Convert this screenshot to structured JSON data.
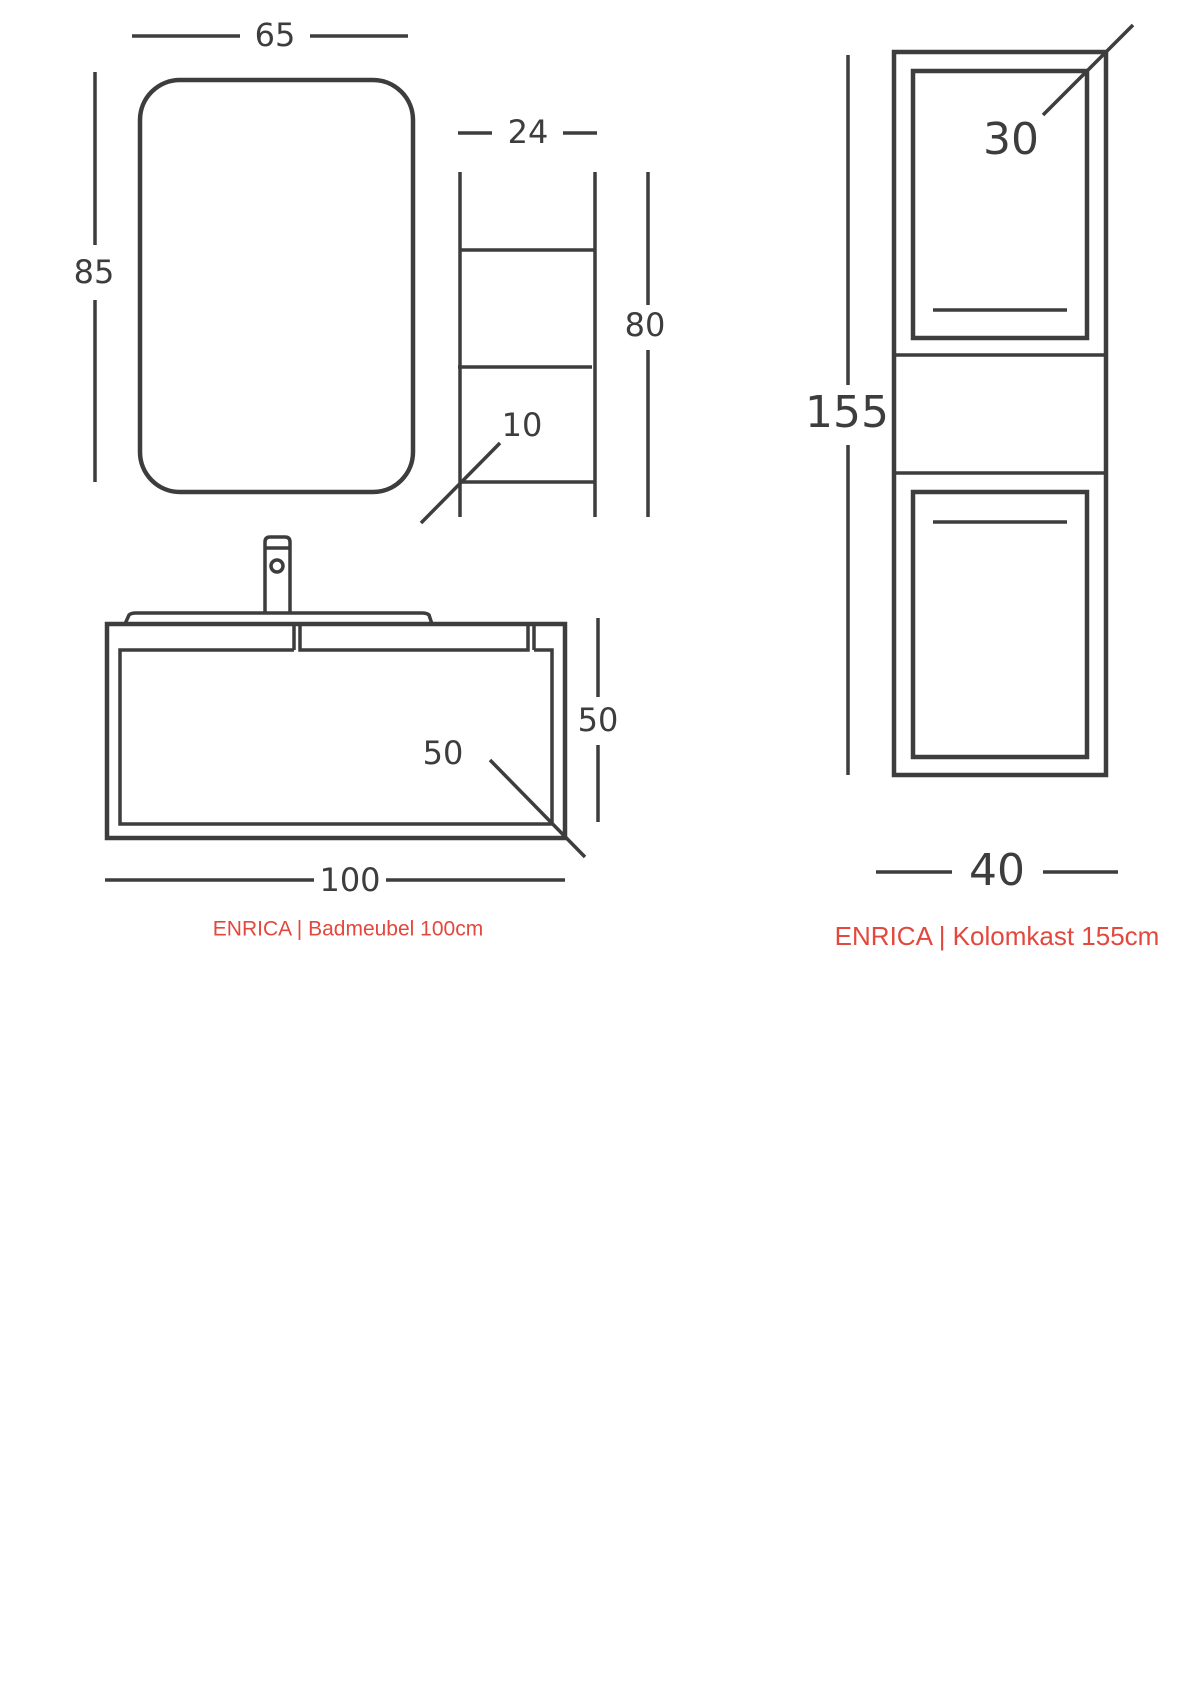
{
  "colors": {
    "line": "#3d3d3d",
    "caption": "#e2483d",
    "background": "#ffffff"
  },
  "mirror": {
    "width_label": "65",
    "height_label": "85"
  },
  "shelf_unit": {
    "width_label": "24",
    "height_label": "80",
    "depth_label": "10"
  },
  "vanity": {
    "width_label": "100",
    "height_label": "50",
    "depth_label": "50",
    "caption": "ENRICA | Badmeubel 100cm"
  },
  "column_cabinet": {
    "height_label": "155",
    "width_label": "40",
    "depth_label": "30",
    "caption": "ENRICA | Kolomkast 155cm"
  }
}
